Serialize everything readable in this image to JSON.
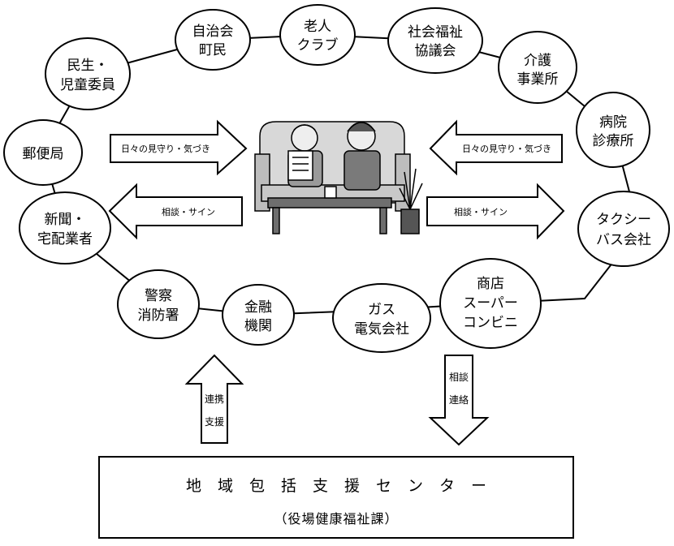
{
  "nodes": {
    "jichikai": [
      "自治会",
      "町民"
    ],
    "roujin": [
      "老人",
      "クラブ"
    ],
    "shakyo": [
      "社会福祉",
      "協議会"
    ],
    "kaigo": [
      "介護",
      "事業所"
    ],
    "byoin": [
      "病院",
      "診療所"
    ],
    "taxi": [
      "タクシー",
      "バス会社"
    ],
    "shoten": [
      "商店",
      "スーパー",
      "コンビニ"
    ],
    "gas": [
      "ガス",
      "電気会社"
    ],
    "kinyu": [
      "金融",
      "機関"
    ],
    "keisatsu": [
      "警察",
      "消防署"
    ],
    "shinbun": [
      "新聞・",
      "宅配業者"
    ],
    "yubin": [
      "郵便局"
    ],
    "minsei": [
      "民生・",
      "児童委員"
    ]
  },
  "arrows": {
    "mimamori_left": "日々の見守り・気づき",
    "mimamori_right": "日々の見守り・気づき",
    "sodan_left": "相談・サイン",
    "sodan_right": "相談・サイン",
    "renkei": [
      "連携",
      "支援"
    ],
    "sodan_renraku": [
      "相談",
      "連絡"
    ]
  },
  "center": {
    "title": "地域包括支援センター",
    "subtitle": "（役場健康福祉課）"
  }
}
